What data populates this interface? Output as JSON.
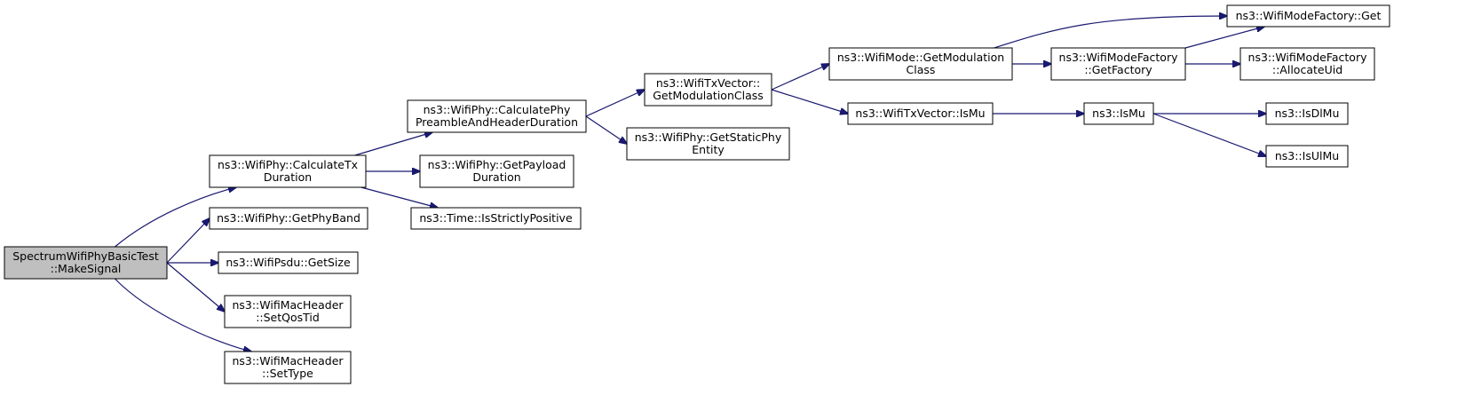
{
  "diagram": {
    "edge_color": "#191970",
    "root_fill": "#bfbfbf",
    "nodes": [
      {
        "id": "make_signal",
        "lines": [
          "SpectrumWifiPhyBasicTest",
          "::MakeSignal"
        ],
        "root": true
      },
      {
        "id": "calc_tx",
        "lines": [
          "ns3::WifiPhy::CalculateTx",
          "Duration"
        ]
      },
      {
        "id": "get_phy_band",
        "lines": [
          "ns3::WifiPhy::GetPhyBand"
        ]
      },
      {
        "id": "psdu_size",
        "lines": [
          "ns3::WifiPsdu::GetSize"
        ]
      },
      {
        "id": "set_qos",
        "lines": [
          "ns3::WifiMacHeader",
          "::SetQosTid"
        ]
      },
      {
        "id": "set_type",
        "lines": [
          "ns3::WifiMacHeader",
          "::SetType"
        ]
      },
      {
        "id": "calc_preamble",
        "lines": [
          "ns3::WifiPhy::CalculatePhy",
          "PreambleAndHeaderDuration"
        ]
      },
      {
        "id": "get_payload",
        "lines": [
          "ns3::WifiPhy::GetPayload",
          "Duration"
        ]
      },
      {
        "id": "is_positive",
        "lines": [
          "ns3::Time::IsStrictlyPositive"
        ]
      },
      {
        "id": "txv_modclass",
        "lines": [
          "ns3::WifiTxVector::",
          "GetModulationClass"
        ]
      },
      {
        "id": "static_phy",
        "lines": [
          "ns3::WifiPhy::GetStaticPhy",
          "Entity"
        ]
      },
      {
        "id": "mode_modclass",
        "lines": [
          "ns3::WifiMode::GetModulation",
          "Class"
        ]
      },
      {
        "id": "txv_ismu",
        "lines": [
          "ns3::WifiTxVector::IsMu"
        ]
      },
      {
        "id": "get_factory",
        "lines": [
          "ns3::WifiModeFactory",
          "::GetFactory"
        ]
      },
      {
        "id": "factory_get",
        "lines": [
          "ns3::WifiModeFactory::Get"
        ]
      },
      {
        "id": "alloc_uid",
        "lines": [
          "ns3::WifiModeFactory",
          "::AllocateUid"
        ]
      },
      {
        "id": "ismu",
        "lines": [
          "ns3::IsMu"
        ]
      },
      {
        "id": "isdlmu",
        "lines": [
          "ns3::IsDlMu"
        ]
      },
      {
        "id": "isulmu",
        "lines": [
          "ns3::IsUlMu"
        ]
      }
    ],
    "edges": [
      [
        "make_signal",
        "calc_tx"
      ],
      [
        "make_signal",
        "get_phy_band"
      ],
      [
        "make_signal",
        "psdu_size"
      ],
      [
        "make_signal",
        "set_qos"
      ],
      [
        "make_signal",
        "set_type"
      ],
      [
        "calc_tx",
        "calc_preamble"
      ],
      [
        "calc_tx",
        "get_payload"
      ],
      [
        "calc_tx",
        "is_positive"
      ],
      [
        "calc_preamble",
        "txv_modclass"
      ],
      [
        "calc_preamble",
        "static_phy"
      ],
      [
        "txv_modclass",
        "mode_modclass"
      ],
      [
        "txv_modclass",
        "txv_ismu"
      ],
      [
        "mode_modclass",
        "get_factory"
      ],
      [
        "mode_modclass",
        "factory_get"
      ],
      [
        "get_factory",
        "factory_get"
      ],
      [
        "get_factory",
        "alloc_uid"
      ],
      [
        "txv_ismu",
        "ismu"
      ],
      [
        "ismu",
        "isdlmu"
      ],
      [
        "ismu",
        "isulmu"
      ]
    ]
  }
}
